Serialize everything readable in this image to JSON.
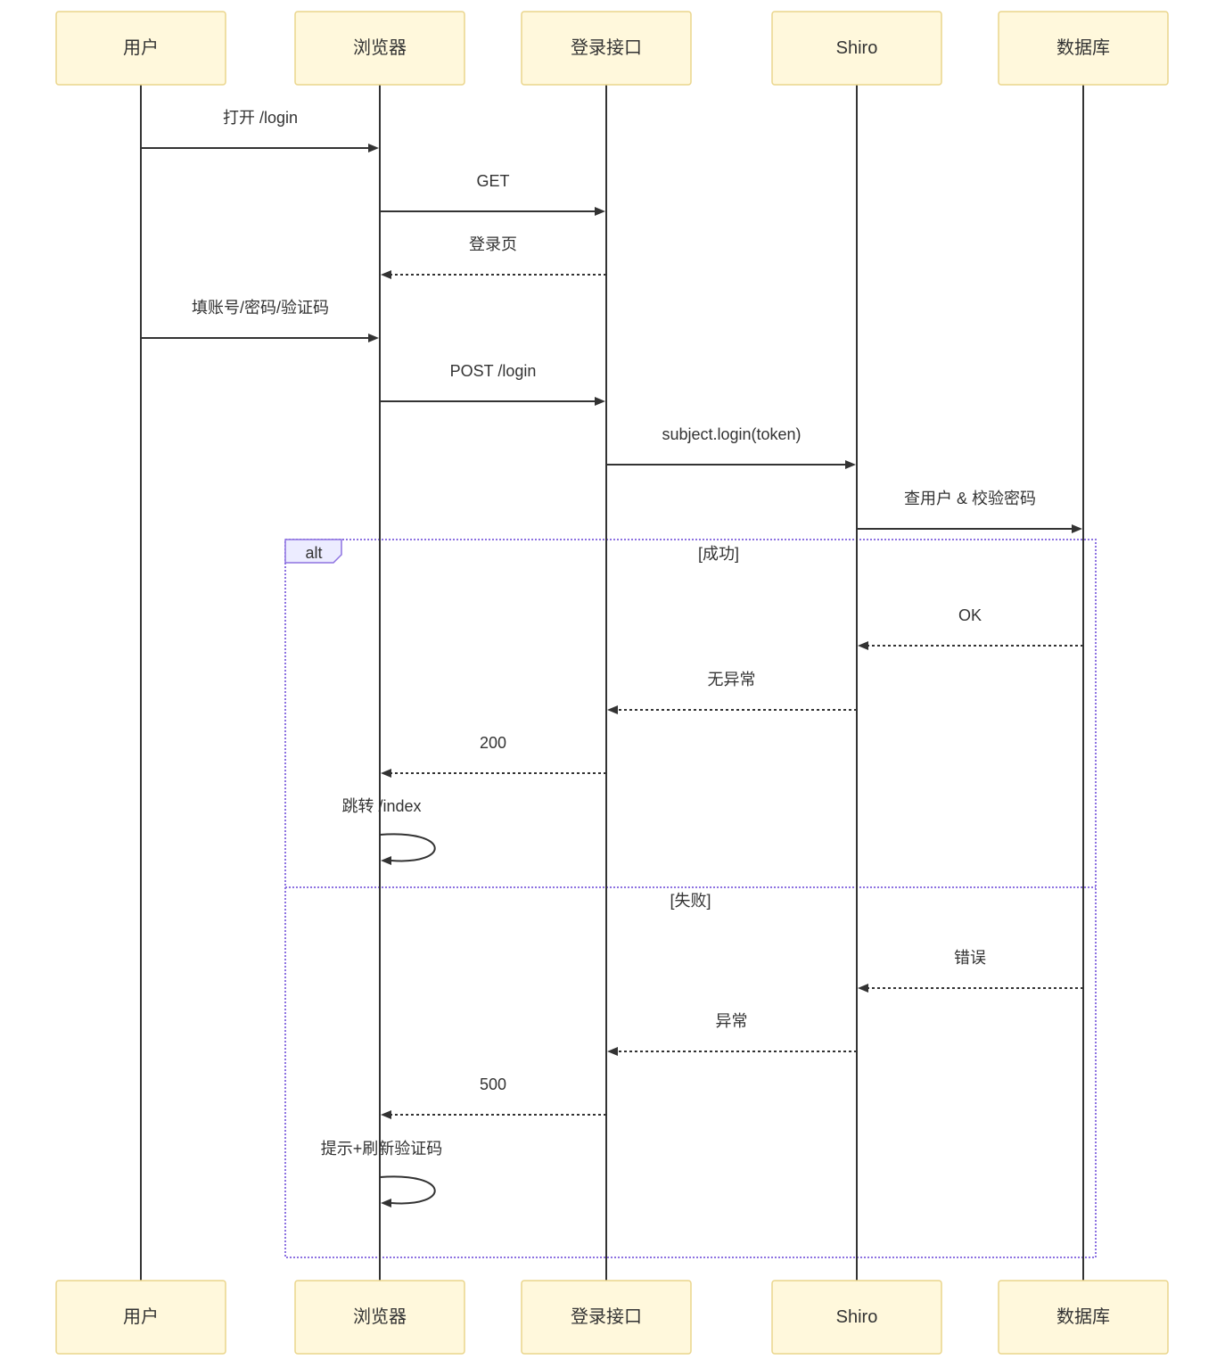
{
  "participants": [
    {
      "name": "用户"
    },
    {
      "name": "浏览器"
    },
    {
      "name": "登录接口"
    },
    {
      "name": "Shiro"
    },
    {
      "name": "数据库"
    }
  ],
  "messages": [
    {
      "from": 0,
      "to": 1,
      "label": "打开 /login",
      "dashed": false
    },
    {
      "from": 1,
      "to": 2,
      "label": "GET",
      "dashed": false
    },
    {
      "from": 2,
      "to": 1,
      "label": "登录页",
      "dashed": true
    },
    {
      "from": 0,
      "to": 1,
      "label": "填账号/密码/验证码",
      "dashed": false
    },
    {
      "from": 1,
      "to": 2,
      "label": "POST /login",
      "dashed": false
    },
    {
      "from": 2,
      "to": 3,
      "label": "subject.login(token)",
      "dashed": false
    },
    {
      "from": 3,
      "to": 4,
      "label": "查用户 & 校验密码",
      "dashed": false
    }
  ],
  "alt": {
    "keyword": "alt",
    "branches": [
      {
        "condition": "[成功]",
        "messages": [
          {
            "from": 4,
            "to": 3,
            "label": "OK",
            "dashed": true
          },
          {
            "from": 3,
            "to": 2,
            "label": "无异常",
            "dashed": true
          },
          {
            "from": 2,
            "to": 1,
            "label": "200",
            "dashed": true
          },
          {
            "from": 1,
            "to": 1,
            "label": "跳转 /index",
            "dashed": false
          }
        ]
      },
      {
        "condition": "[失败]",
        "messages": [
          {
            "from": 4,
            "to": 3,
            "label": "错误",
            "dashed": true
          },
          {
            "from": 3,
            "to": 2,
            "label": "异常",
            "dashed": true
          },
          {
            "from": 2,
            "to": 1,
            "label": "500",
            "dashed": true
          },
          {
            "from": 1,
            "to": 1,
            "label": "提示+刷新验证码",
            "dashed": false
          }
        ]
      }
    ]
  },
  "colors": {
    "actor_fill": "#fff8dc",
    "actor_border": "#ead58c",
    "line": "#333333",
    "frame": "#8d72e1",
    "tab_fill": "#ececff"
  }
}
